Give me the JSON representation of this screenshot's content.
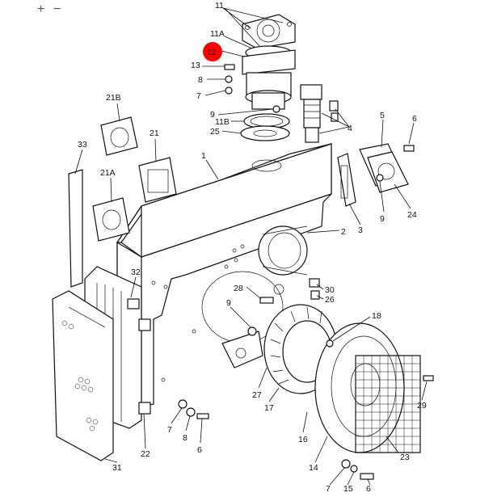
{
  "toolbar": {
    "zoom_in_label": "+",
    "zoom_out_label": "−"
  },
  "diagram": {
    "highlight_color": "#ff0000",
    "highlighted_callout": "12",
    "callouts": [
      {
        "label": "11"
      },
      {
        "label": "11A"
      },
      {
        "label": "12"
      },
      {
        "label": "13"
      },
      {
        "label": "8"
      },
      {
        "label": "7"
      },
      {
        "label": "9"
      },
      {
        "label": "11B"
      },
      {
        "label": "25"
      },
      {
        "label": "21B"
      },
      {
        "label": "21"
      },
      {
        "label": "21A"
      },
      {
        "label": "33"
      },
      {
        "label": "1"
      },
      {
        "label": "4"
      },
      {
        "label": "5"
      },
      {
        "label": "6"
      },
      {
        "label": "3"
      },
      {
        "label": "9"
      },
      {
        "label": "24"
      },
      {
        "label": "2"
      },
      {
        "label": "32"
      },
      {
        "label": "28"
      },
      {
        "label": "30"
      },
      {
        "label": "26"
      },
      {
        "label": "9"
      },
      {
        "label": "18"
      },
      {
        "label": "27"
      },
      {
        "label": "17"
      },
      {
        "label": "29"
      },
      {
        "label": "7"
      },
      {
        "label": "8"
      },
      {
        "label": "6"
      },
      {
        "label": "22"
      },
      {
        "label": "16"
      },
      {
        "label": "23"
      },
      {
        "label": "14"
      },
      {
        "label": "31"
      },
      {
        "label": "7"
      },
      {
        "label": "15"
      },
      {
        "label": "6"
      }
    ]
  }
}
